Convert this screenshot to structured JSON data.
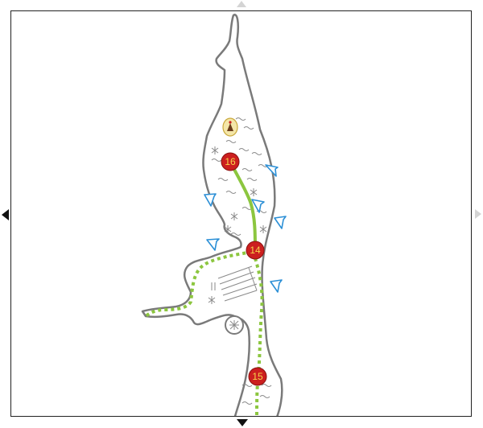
{
  "map": {
    "colors": {
      "water_outline": "#7a7a7a",
      "route_solid": "#8cc63f",
      "route_dotted": "#8cc63f",
      "waypoint_fill": "#cc1f1f",
      "waypoint_text": "#f6d44a",
      "marker_blue": "#2b8fd6",
      "symbols": "#8a8a8a",
      "frame_border": "#222222"
    },
    "waypoints": [
      {
        "label": "16"
      },
      {
        "label": "14"
      },
      {
        "label": "15"
      }
    ],
    "poi_icon": "campsite-icon",
    "direction_marker_icon": "blue-direction-marker-icon"
  },
  "navigation": {
    "pan_up_icon": "arrow-up-icon",
    "pan_down_icon": "arrow-down-icon",
    "pan_left_icon": "arrow-left-icon",
    "pan_right_icon": "arrow-right-icon"
  }
}
